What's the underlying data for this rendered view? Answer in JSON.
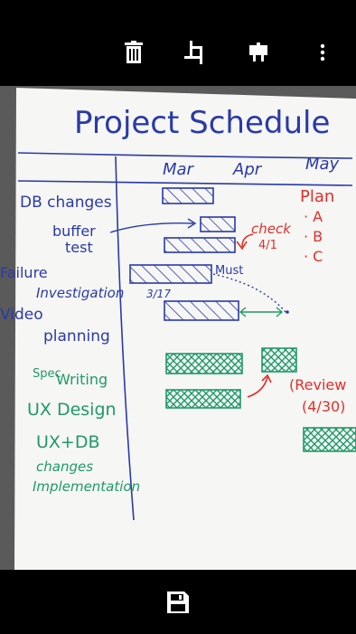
{
  "toolbar": {
    "delete_icon": "trash-icon",
    "crop_icon": "crop-icon",
    "whiteboard_icon": "whiteboard-icon",
    "more_icon": "more-vert-icon"
  },
  "bottom": {
    "save_icon": "save-icon"
  },
  "board": {
    "title": "Project Schedule",
    "months": [
      "Mar",
      "Apr",
      "May"
    ],
    "tasks": {
      "db_changes": "DB changes",
      "buffer": "buffer",
      "test": "test",
      "failure": "Failure",
      "investigation": "Investigation",
      "video": "Video",
      "planning": "planning",
      "spec": "Spec",
      "writing": "Writing",
      "ux_design": "UX Design",
      "uxdb": "UX+DB",
      "changes": "changes",
      "implementation": "Implementation"
    },
    "notes": {
      "plan": "Plan",
      "plan_a": "· A",
      "plan_b": "· B",
      "plan_c": "· C",
      "check": "check",
      "check_date": "4/1",
      "must": "Must",
      "date_317": "3/17",
      "review": "(Review",
      "review_date": "(4/30)"
    }
  },
  "colors": {
    "ink_blue": "#2a3aa8",
    "ink_red": "#e0302a",
    "ink_green": "#1f9a6a",
    "board_bg": "#f6f6f4"
  }
}
